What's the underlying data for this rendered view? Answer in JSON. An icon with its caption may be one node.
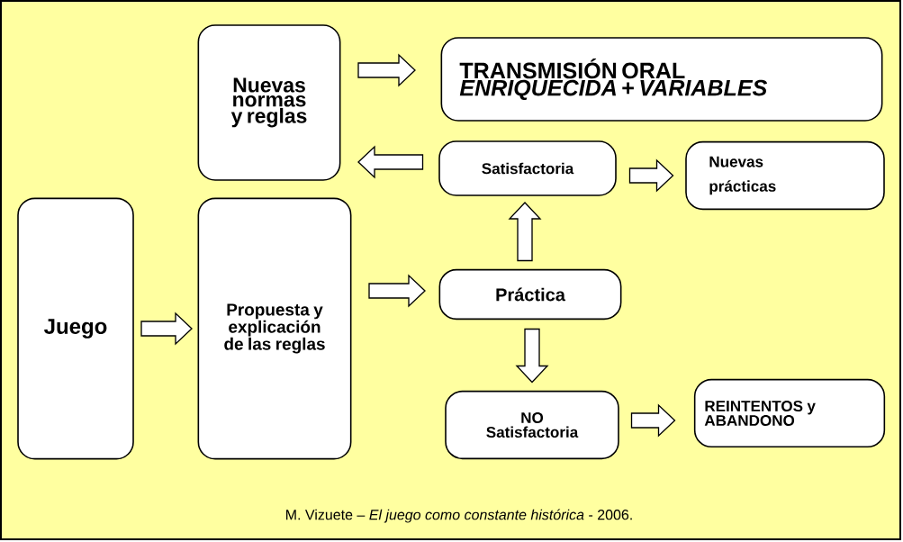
{
  "diagram": {
    "nodes": [
      {
        "text": [
          "Juego"
        ]
      },
      {
        "text": [
          "Propuesta y explicación de las reglas"
        ]
      },
      {
        "text": [
          "Nuevas normas y reglas"
        ]
      },
      {
        "text": [
          "TRANSMISIÓN ORAL",
          "*ENRIQUECIDA* + *VARIABLES*"
        ]
      },
      {
        "text": [
          "Satisfactoria"
        ]
      },
      {
        "text": [
          "Nuevas prácticas"
        ]
      },
      {
        "text": [
          "Práctica"
        ]
      },
      {
        "text": [
          "NO Satisfactoria"
        ]
      },
      {
        "text": [
          "REINTENTOS y ABANDONO"
        ]
      }
    ],
    "edges": [
      {
        "from": 0,
        "to": 1,
        "arrow": "to"
      },
      {
        "from": 1,
        "to": 6,
        "arrow": "to"
      },
      {
        "from": 6,
        "to": 4,
        "arrow": "to"
      },
      {
        "from": 6,
        "to": 7,
        "arrow": "to"
      },
      {
        "from": 4,
        "to": 2,
        "arrow": "to"
      },
      {
        "from": 2,
        "to": 3,
        "arrow": "to"
      },
      {
        "from": 4,
        "to": 5,
        "arrow": "to"
      },
      {
        "from": 7,
        "to": 8,
        "arrow": "to"
      }
    ],
    "caption": "M. Vizuete – *El juego como constante histórica*  - 2006."
  }
}
